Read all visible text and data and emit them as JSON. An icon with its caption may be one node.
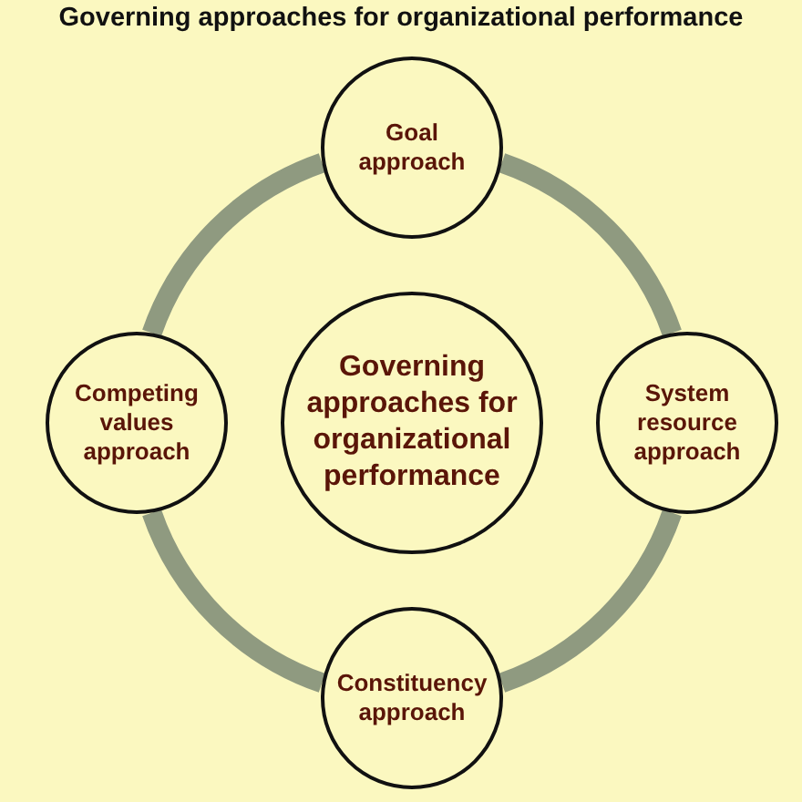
{
  "diagram": {
    "title": "Governing approaches for organizational performance",
    "nodes": [
      {
        "text": [
          "Goal approach"
        ]
      },
      {
        "text": [
          "Competing values approach"
        ]
      },
      {
        "text": [
          "Governing approaches for organizational performance"
        ]
      },
      {
        "text": [
          "System resource approach"
        ]
      },
      {
        "text": [
          "Constituency approach"
        ]
      }
    ],
    "edges": [
      {
        "from": 0,
        "to": 3,
        "arrow": "none"
      },
      {
        "from": 3,
        "to": 4,
        "arrow": "none"
      },
      {
        "from": 4,
        "to": 1,
        "arrow": "none"
      },
      {
        "from": 1,
        "to": 0,
        "arrow": "none"
      }
    ]
  }
}
